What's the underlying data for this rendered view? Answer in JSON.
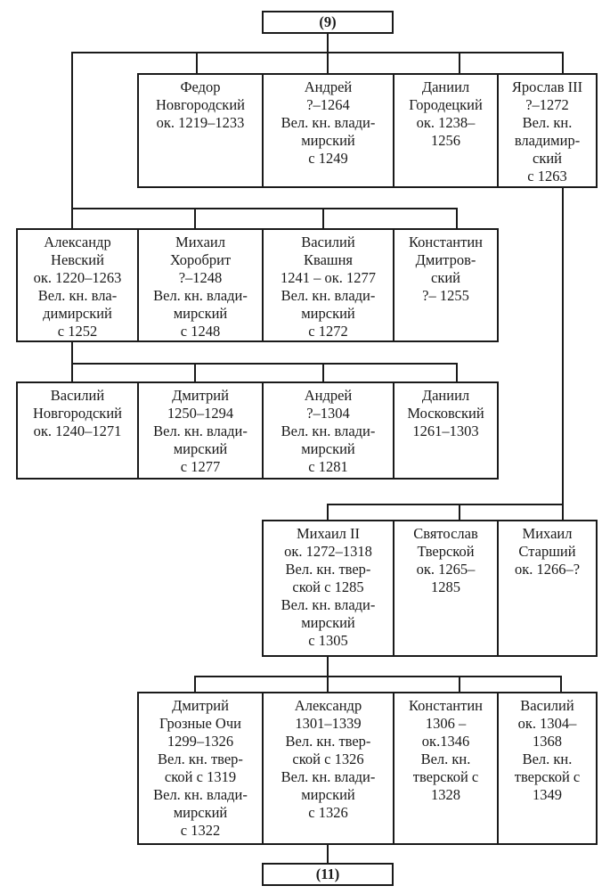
{
  "refs": {
    "top": "(9)",
    "bottom": "(11)"
  },
  "colors": {
    "line": "#1a1a1a",
    "background": "#ffffff"
  },
  "people": {
    "fedor": [
      "Федор",
      "Новгородский",
      "ок. 1219–1233"
    ],
    "andrey1": [
      "Андрей",
      "?–1264",
      "Вел. кн. влади-",
      "мирский",
      "с 1249"
    ],
    "daniil_gor": [
      "Даниил",
      "Городецкий",
      "ок. 1238–",
      "1256"
    ],
    "yaroslav3": [
      "Ярослав III",
      "?–1272",
      "Вел. кн.",
      "владимир-",
      "ский",
      "с 1263"
    ],
    "alexander_n": [
      "Александр",
      "Невский",
      "ок. 1220–1263",
      "Вел. кн. вла-",
      "димирский",
      "с 1252"
    ],
    "mikhail_kh": [
      "Михаил",
      "Хоробрит",
      "?–1248",
      "Вел. кн. влади-",
      "мирский",
      "с 1248"
    ],
    "vasily_kv": [
      "Василий",
      "Квашня",
      "1241 – ок. 1277",
      "Вел. кн. влади-",
      "мирский",
      "с 1272"
    ],
    "konstantin_d": [
      "Константин",
      "Дмитров-",
      "ский",
      "?– 1255"
    ],
    "vasily_nov": [
      "Василий",
      "Новгородский",
      "ок. 1240–1271"
    ],
    "dmitry1": [
      "Дмитрий",
      "1250–1294",
      "Вел. кн. влади-",
      "мирский",
      "с 1277"
    ],
    "andrey2": [
      "Андрей",
      "?–1304",
      "Вел. кн. влади-",
      "мирский",
      "с 1281"
    ],
    "daniil_mos": [
      "Даниил",
      "Московский",
      "1261–1303"
    ],
    "mikhail2": [
      "Михаил II",
      "ок. 1272–1318",
      "Вел. кн. твер-",
      "ской с 1285",
      "Вел. кн. влади-",
      "мирский",
      "с 1305"
    ],
    "svyatoslav": [
      "Святослав",
      "Тверской",
      "ок. 1265–",
      "1285"
    ],
    "mikhail_st": [
      "Михаил",
      "Старший",
      "ок. 1266–?"
    ],
    "dmitry_go": [
      "Дмитрий",
      "Грозные Очи",
      "1299–1326",
      "Вел. кн. твер-",
      "ской с 1319",
      "Вел. кн. влади-",
      "мирский",
      "с 1322"
    ],
    "alexander_t": [
      "Александр",
      "1301–1339",
      "Вел. кн. твер-",
      "ской с 1326",
      "Вел. кн. влади-",
      "мирский",
      "с 1326"
    ],
    "konstantin_t": [
      "Константин",
      "1306 –",
      "ок.1346",
      "Вел. кн.",
      "тверской с",
      "1328"
    ],
    "vasily_t": [
      "Василий",
      "ок. 1304–",
      "1368",
      "Вел. кн.",
      "тверской с",
      "1349"
    ]
  }
}
